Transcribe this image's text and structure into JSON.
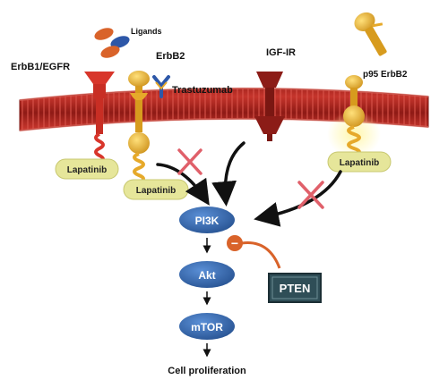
{
  "labels": {
    "ligands": "Ligands",
    "erbb1": "ErbB1/EGFR",
    "erbb2": "ErbB2",
    "trastuzumab": "Trastuzumab",
    "igf": "IGF-IR",
    "p95": "p95 ErbB2",
    "lapatinib_1": "Lapatinib",
    "lapatinib_2": "Lapatinib",
    "lapatinib_3": "Lapatinib",
    "pi3k": "PI3K",
    "akt": "Akt",
    "mtor": "mTOR",
    "pten": "PTEN",
    "inhibit_sign": "−",
    "outcome": "Cell proliferation"
  },
  "colors": {
    "membrane": "#a8221b",
    "membrane_light": "#d9544a",
    "erbb1": "#d8362b",
    "erbb2": "#e6a92a",
    "igf": "#8c1c17",
    "node": "#3569b2",
    "pten_bg": "#2f4e57",
    "block_mark": "#e0606a",
    "lapatinib_pill": "#e6e69a",
    "ligand_orange": "#d9632a",
    "ligand_blue": "#2d57a8"
  },
  "icons": {
    "block": "block-cross-icon",
    "inhibit": "inhibit-circle-icon"
  }
}
